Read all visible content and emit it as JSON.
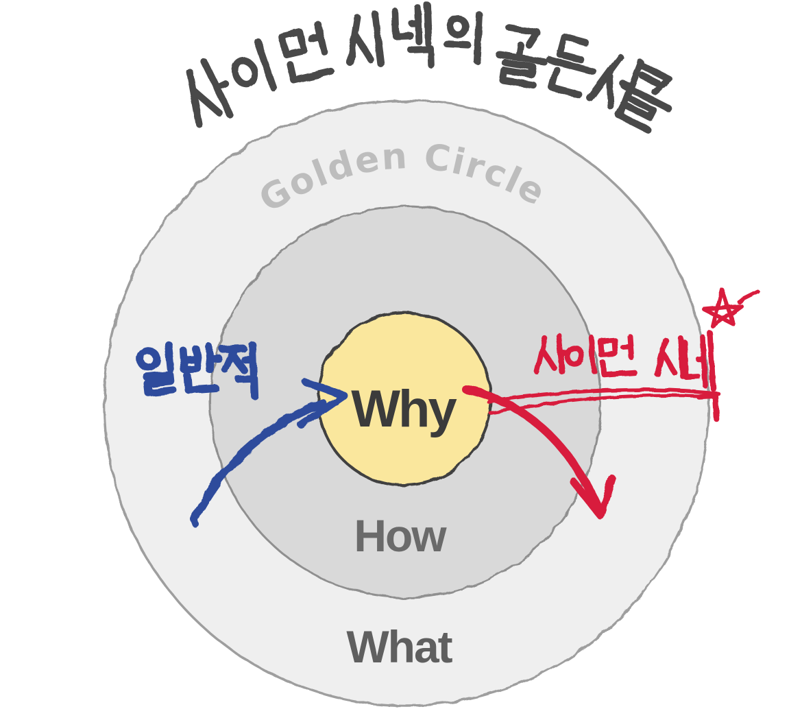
{
  "title": "사이먼 시넥의 골든서클",
  "inner_label": "Golden Circle",
  "rings": {
    "outer": "What",
    "middle": "How",
    "center": "Why"
  },
  "annotations": {
    "blue_label": "일반적",
    "red_label": "사이먼 시넥"
  },
  "icons": {
    "star": "star-doodle"
  },
  "colors": {
    "title_text": "#484848",
    "golden_circle_text": "#bdbdbd",
    "outer_fill": "#efefef",
    "outer_stroke": "#9e9e9e",
    "middle_fill": "#d9d9d9",
    "middle_stroke": "#8f8f8f",
    "center_fill": "#fae79d",
    "center_stroke": "#3f3f3f",
    "what_text": "#5f5f5f",
    "how_text": "#6a6a6a",
    "why_text": "#3b3b3b",
    "blue": "#2d4c9c",
    "red": "#d81e3c"
  }
}
